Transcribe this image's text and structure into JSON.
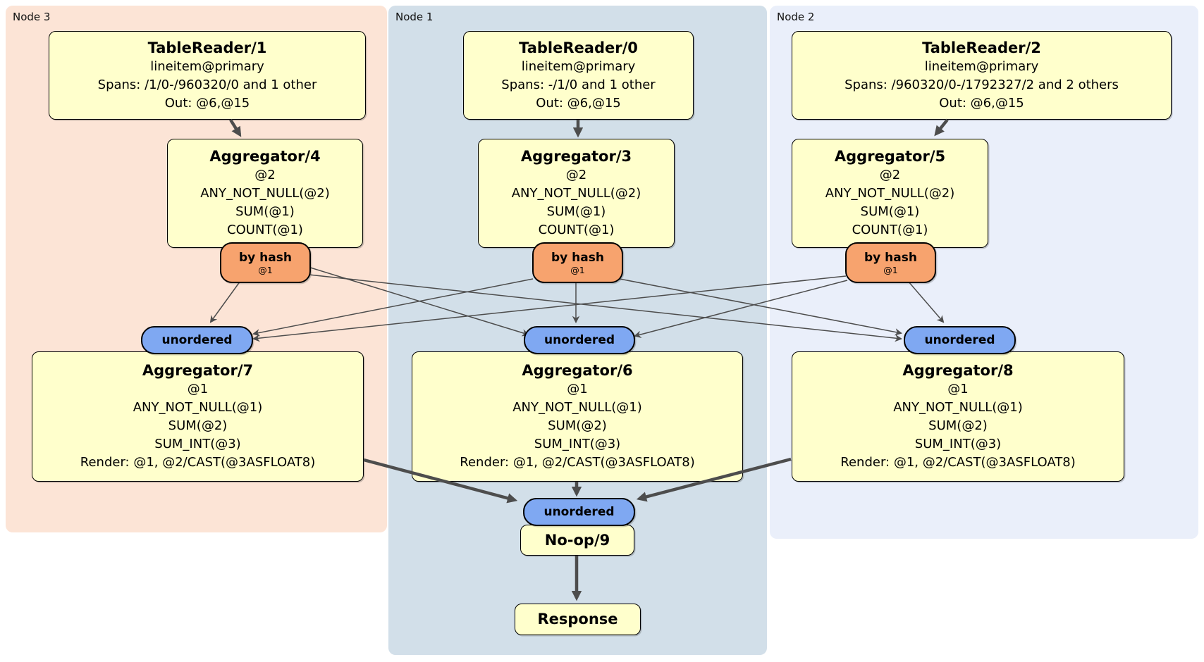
{
  "diagram": {
    "panels": [
      {
        "id": "node3",
        "label": "Node 3"
      },
      {
        "id": "node1",
        "label": "Node 1"
      },
      {
        "id": "node2",
        "label": "Node 2"
      }
    ],
    "processors": {
      "tablereader1": {
        "title": "TableReader/1",
        "lines": [
          "lineitem@primary",
          "Spans: /1/0-/960320/0 and 1 other",
          "Out: @6,@15"
        ]
      },
      "tablereader0": {
        "title": "TableReader/0",
        "lines": [
          "lineitem@primary",
          "Spans: -/1/0 and 1 other",
          "Out: @6,@15"
        ]
      },
      "tablereader2": {
        "title": "TableReader/2",
        "lines": [
          "lineitem@primary",
          "Spans: /960320/0-/1792327/2 and 2 others",
          "Out: @6,@15"
        ]
      },
      "aggregator4": {
        "title": "Aggregator/4",
        "lines": [
          "@2",
          "ANY_NOT_NULL(@2)",
          "SUM(@1)",
          "COUNT(@1)"
        ]
      },
      "aggregator3": {
        "title": "Aggregator/3",
        "lines": [
          "@2",
          "ANY_NOT_NULL(@2)",
          "SUM(@1)",
          "COUNT(@1)"
        ]
      },
      "aggregator5": {
        "title": "Aggregator/5",
        "lines": [
          "@2",
          "ANY_NOT_NULL(@2)",
          "SUM(@1)",
          "COUNT(@1)"
        ]
      },
      "aggregator7": {
        "title": "Aggregator/7",
        "lines": [
          "@1",
          "ANY_NOT_NULL(@1)",
          "SUM(@2)",
          "SUM_INT(@3)",
          "Render: @1, @2/CAST(@3ASFLOAT8)"
        ]
      },
      "aggregator6": {
        "title": "Aggregator/6",
        "lines": [
          "@1",
          "ANY_NOT_NULL(@1)",
          "SUM(@2)",
          "SUM_INT(@3)",
          "Render: @1, @2/CAST(@3ASFLOAT8)"
        ]
      },
      "aggregator8": {
        "title": "Aggregator/8",
        "lines": [
          "@1",
          "ANY_NOT_NULL(@1)",
          "SUM(@2)",
          "SUM_INT(@3)",
          "Render: @1, @2/CAST(@3ASFLOAT8)"
        ]
      },
      "noop": {
        "title": "No-op/9"
      },
      "response": {
        "title": "Response"
      }
    },
    "routers": {
      "by_hash": {
        "label": "by hash",
        "key": "@1"
      },
      "unordered": {
        "label": "unordered"
      }
    },
    "colors": {
      "node3_bg": "#fce4d6",
      "node1_bg": "#d2dfe9",
      "node2_bg": "#eaeffa",
      "processor_bg": "#ffffcc",
      "hash_router_bg": "#f7a36e",
      "sync_bg": "#7fa8f2",
      "border": "#000000",
      "edge": "#4d4d4d"
    }
  }
}
